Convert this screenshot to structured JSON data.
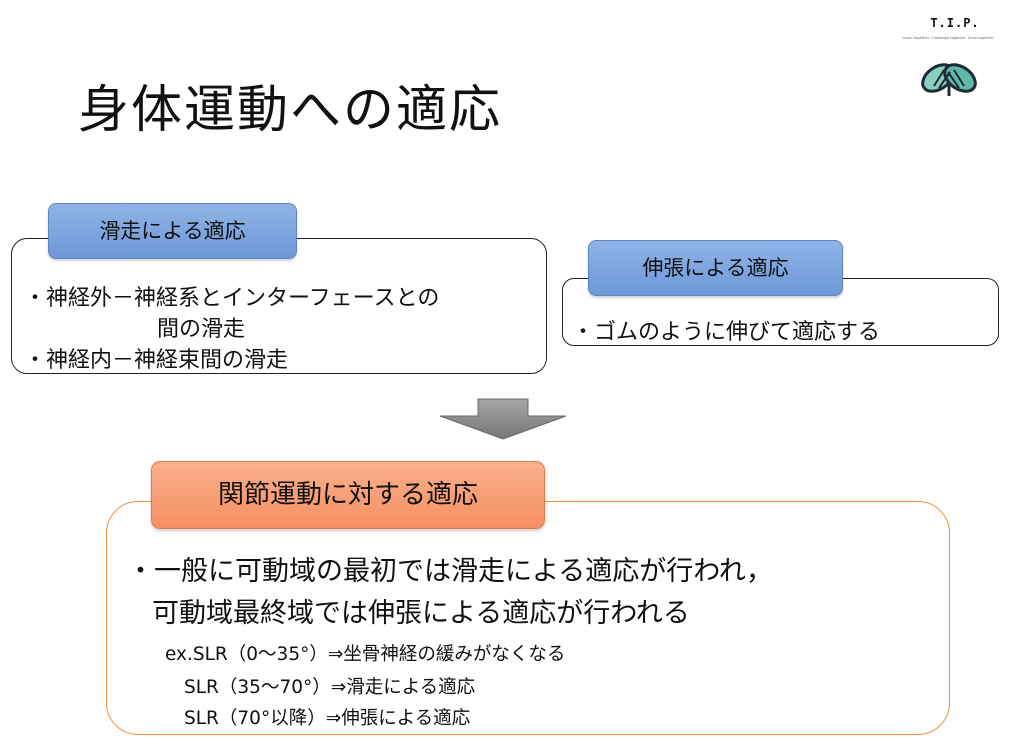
{
  "logo": {
    "title": "T.I.P.",
    "tagline": "Learn together. Challenge together. Grow together",
    "icon": "leaves-icon"
  },
  "title": "身体運動への適応",
  "sliding": {
    "heading": "滑走による適応",
    "line1": "・神経外－神経系とインターフェースとの",
    "line2": "間の滑走",
    "line3": "・神経内－神経束間の滑走"
  },
  "stretch": {
    "heading": "伸張による適応",
    "line1": "・ゴムのように伸びて適応する"
  },
  "arrow": "down-arrow-icon",
  "joint": {
    "heading": "関節運動に対する適応",
    "main1": "・一般に可動域の最初では滑走による適応が行われ，",
    "main2": "可動域最終域では伸張による適応が行われる",
    "ex1": "ex.SLR（0～35°）⇒坐骨神経の緩みがなくなる",
    "ex2": "SLR（35～70°）⇒滑走による適応",
    "ex3": "SLR（70°以降）⇒伸張による適応"
  },
  "colors": {
    "blue_tab": "#7fa6df",
    "orange_tab": "#f79f74",
    "orange_border": "#f0913a",
    "arrow": "#8c8c8c"
  }
}
